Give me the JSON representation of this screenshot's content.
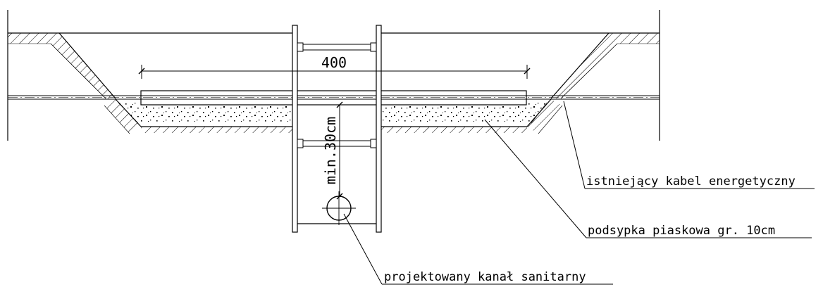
{
  "dimension_width": "400",
  "dimension_depth": "min.30cm",
  "labels": {
    "existing_cable": "istniejący kabel energetyczny",
    "sand_bedding": "podsypka piaskowa gr. 10cm",
    "sewer": "projektowany kanał sanitarny"
  }
}
